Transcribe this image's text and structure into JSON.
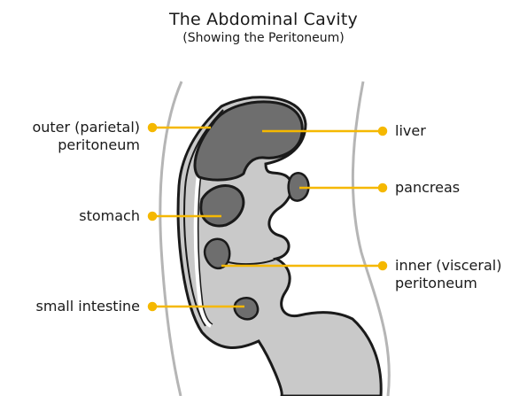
{
  "title": "The Abdominal Cavity",
  "subtitle": "(Showing the Peritoneum)",
  "colors": {
    "organ": "#6e6e6e",
    "cavity": "#c9c9c9",
    "outline": "#1a1a1a",
    "leader": "#f5b800"
  },
  "labels": {
    "outer_peritoneum": [
      "outer (parietal)",
      "peritoneum"
    ],
    "liver": "liver",
    "pancreas": "pancreas",
    "stomach": "stomach",
    "inner_peritoneum": [
      "inner (visceral)",
      "peritoneum"
    ],
    "small_intestine": "small intestine"
  }
}
